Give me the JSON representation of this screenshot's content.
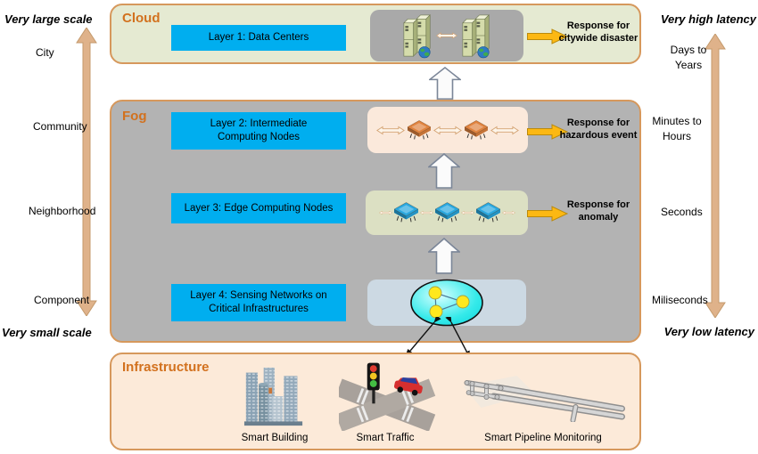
{
  "scale_axis": {
    "top": "Very large scale",
    "bottom": "Very small scale",
    "labels": [
      "City",
      "Community",
      "Neighborhood",
      "Component"
    ]
  },
  "latency_axis": {
    "top": "Very high latency",
    "bottom": "Very low latency",
    "labels": [
      "Days to Years",
      "Minutes to Hours",
      "Seconds",
      "Miliseconds"
    ]
  },
  "cloud": {
    "title": "Cloud",
    "layer_label": "Layer 1: Data Centers",
    "response": "Response for citywide disaster"
  },
  "fog": {
    "title": "Fog",
    "layers": [
      {
        "label": "Layer 2: Intermediate Computing Nodes",
        "response": "Response for hazardous event"
      },
      {
        "label": "Layer 3: Edge Computing Nodes",
        "response": "Response for anomaly"
      },
      {
        "label": "Layer 4: Sensing Networks on Critical Infrastructures",
        "response": ""
      }
    ]
  },
  "infrastructure": {
    "title": "Infrastructure",
    "items": [
      "Smart Building",
      "Smart Traffic",
      "Smart Pipeline Monitoring"
    ]
  },
  "colors": {
    "accent_orange": "#d2711e",
    "panel_border": "#d6985c",
    "layer_blue": "#00aeef",
    "cloud_green": "#e5ead2",
    "fog_gray": "#b3b3b3",
    "infra_peach": "#fcead9",
    "arrow_yellow": "#fcb813",
    "axis_arrow_tan": "#dfb28a"
  }
}
